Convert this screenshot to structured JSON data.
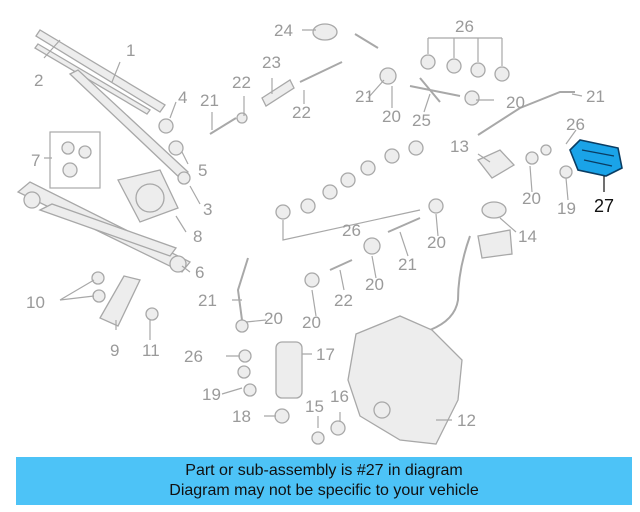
{
  "callouts": {
    "c1": "1",
    "c2": "2",
    "c3": "3",
    "c4": "4",
    "c5": "5",
    "c6": "6",
    "c7": "7",
    "c8": "8",
    "c9": "9",
    "c10": "10",
    "c11": "11",
    "c12": "12",
    "c13": "13",
    "c14": "14",
    "c15": "15",
    "c16": "16",
    "c17": "17",
    "c18": "18",
    "c19": "19",
    "c20": "20",
    "c21": "21",
    "c22": "22",
    "c23": "23",
    "c24": "24",
    "c25": "25",
    "c26": "26",
    "c27": "27"
  },
  "highlight": {
    "color": "#1aa3e8"
  },
  "banner": {
    "color": "#4dc3f7",
    "line1": "Part or sub-assembly is #27 in diagram",
    "line2": "Diagram may not be specific to your vehicle"
  }
}
